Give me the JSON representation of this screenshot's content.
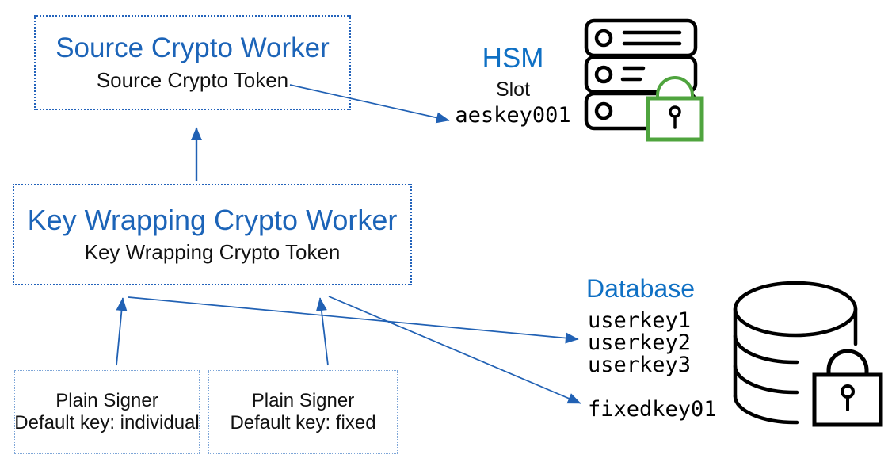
{
  "colors": {
    "heading_blue": "#0f70c4",
    "worker_title_blue": "#1c64b8",
    "arrow_blue": "#2161b4",
    "box_border_blue": "#2363bb",
    "signer_border_blue": "#7ea6d8",
    "lock_green": "#4fa43e",
    "line_black": "#000000"
  },
  "boxes": {
    "source_worker": {
      "title": "Source Crypto Worker",
      "token": "Source Crypto Token"
    },
    "key_wrapping_worker": {
      "title": "Key Wrapping Crypto Worker",
      "token": "Key Wrapping Crypto Token"
    },
    "plain_signer_individual": {
      "line1": "Plain Signer",
      "line2": "Default key: individual"
    },
    "plain_signer_fixed": {
      "line1": "Plain Signer",
      "line2": "Default key: fixed"
    }
  },
  "hsm": {
    "title": "HSM",
    "slot_label": "Slot",
    "key_name": "aeskey001",
    "icons": [
      "server-rack-icon",
      "green-padlock-icon"
    ]
  },
  "database": {
    "title": "Database",
    "user_keys": [
      "userkey1",
      "userkey2",
      "userkey3"
    ],
    "fixed_key": "fixedkey01",
    "icons": [
      "database-cylinder-icon",
      "black-padlock-icon"
    ]
  },
  "edges": [
    {
      "from": "key-wrapping-crypto-worker",
      "to": "source-crypto-worker"
    },
    {
      "from": "source-crypto-token",
      "to": "hsm-slot-aeskey001"
    },
    {
      "from": "plain-signer-individual",
      "to": "key-wrapping-crypto-worker"
    },
    {
      "from": "plain-signer-fixed",
      "to": "key-wrapping-crypto-worker"
    },
    {
      "from": "key-wrapping-crypto-worker",
      "to": "database-userkeys"
    },
    {
      "from": "key-wrapping-crypto-worker",
      "to": "database-fixedkey01"
    }
  ]
}
